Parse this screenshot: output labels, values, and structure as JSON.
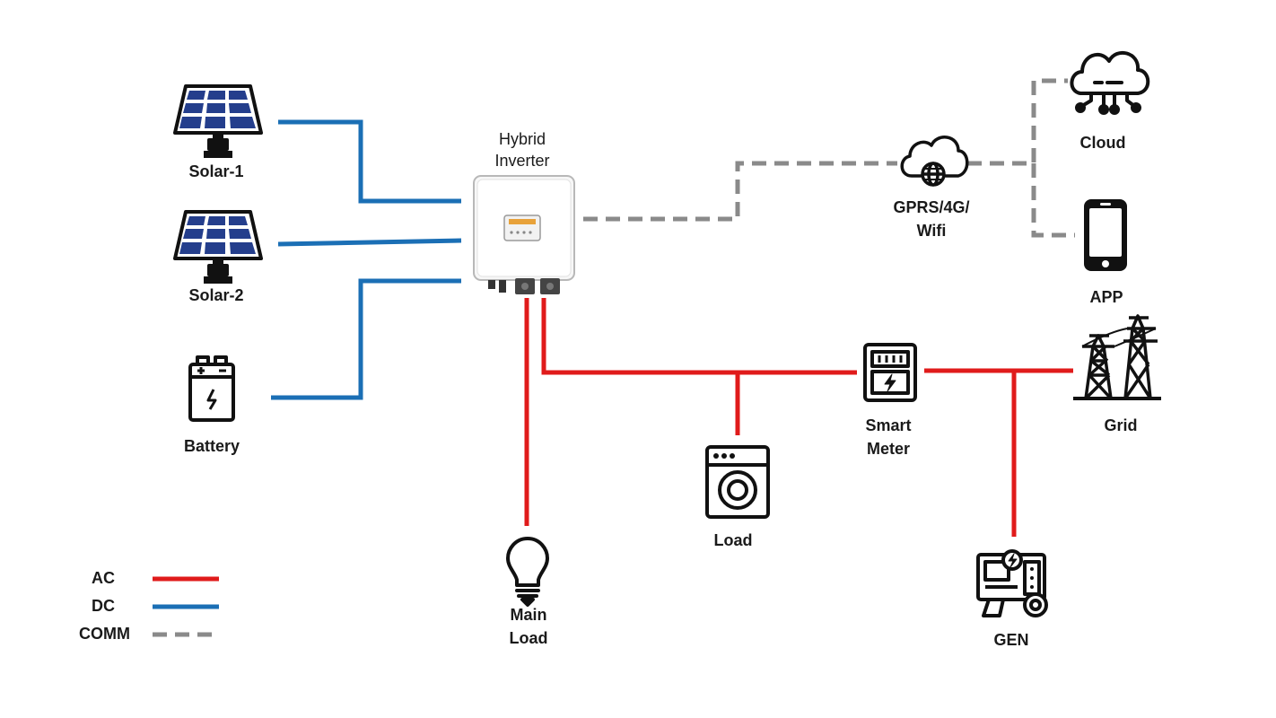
{
  "colors": {
    "ac": "#e01b1b",
    "dc": "#1b6fb5",
    "comm": "#8a8a8a",
    "icon": "#111111",
    "panel": "#243e8c"
  },
  "nodes": {
    "solar1": {
      "label": "Solar-1",
      "icon": "solar-panel-icon"
    },
    "solar2": {
      "label": "Solar-2",
      "icon": "solar-panel-icon"
    },
    "battery": {
      "label": "Battery",
      "icon": "battery-icon"
    },
    "inverter": {
      "label_line1": "Hybrid",
      "label_line2": "Inverter",
      "icon": "hybrid-inverter-icon"
    },
    "gprs": {
      "label_line1": "GPRS/4G/",
      "label_line2": "Wifi",
      "icon": "network-globe-cloud-icon"
    },
    "cloud": {
      "label": "Cloud",
      "icon": "cloud-icon"
    },
    "app": {
      "label": "APP",
      "icon": "smartphone-icon"
    },
    "grid": {
      "label": "Grid",
      "icon": "power-tower-icon"
    },
    "smart_meter": {
      "label_line1": "Smart",
      "label_line2": "Meter",
      "icon": "smart-meter-icon"
    },
    "load": {
      "label": "Load",
      "icon": "washing-machine-icon"
    },
    "main_load": {
      "label_line1": "Main",
      "label_line2": "Load",
      "icon": "light-bulb-icon"
    },
    "gen": {
      "label": "GEN",
      "icon": "generator-icon"
    }
  },
  "legend": [
    {
      "label": "AC",
      "style": "ac"
    },
    {
      "label": "DC",
      "style": "dc"
    },
    {
      "label": "COMM",
      "style": "comm"
    }
  ]
}
